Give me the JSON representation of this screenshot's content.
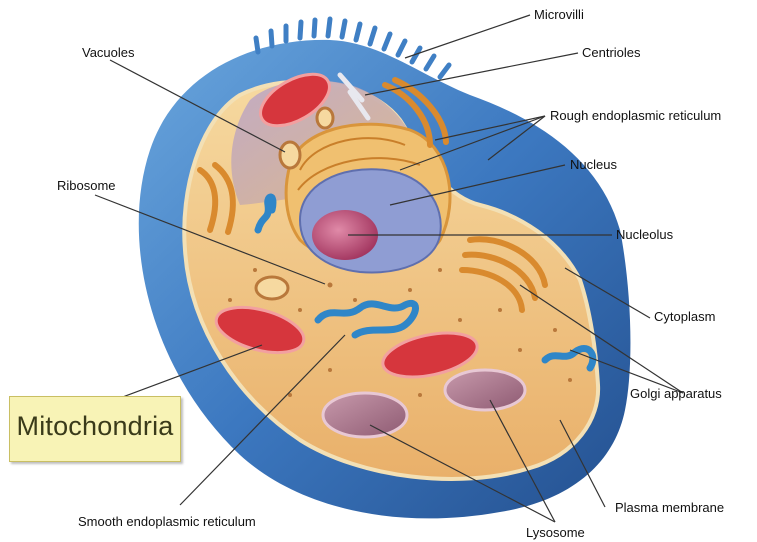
{
  "labels": {
    "microvilli": "Microvilli",
    "centrioles": "Centrioles",
    "rough_er": "Rough endoplasmic reticulum",
    "nucleus": "Nucleus",
    "nucleolus": "Nucleolus",
    "cytoplasm": "Cytoplasm",
    "golgi": "Golgi apparatus",
    "plasma_membrane": "Plasma membrane",
    "lysosome": "Lysosome",
    "smooth_er": "Smooth endoplasmic reticulum",
    "vacuoles": "Vacuoles",
    "ribosome": "Ribosome",
    "mitochondria": "Mitochondria"
  },
  "colors": {
    "membrane_blue": "#3f7fc4",
    "cytoplasm": "#f0c987",
    "nucleus": "#8a97cf",
    "nucleolus": "#b8406a",
    "mitochondria": "#d6363d",
    "smooth_er": "#2f86c8",
    "golgi": "#d98a2e",
    "lysosome": "#b07a92",
    "label_box": "#f8f3b6"
  }
}
